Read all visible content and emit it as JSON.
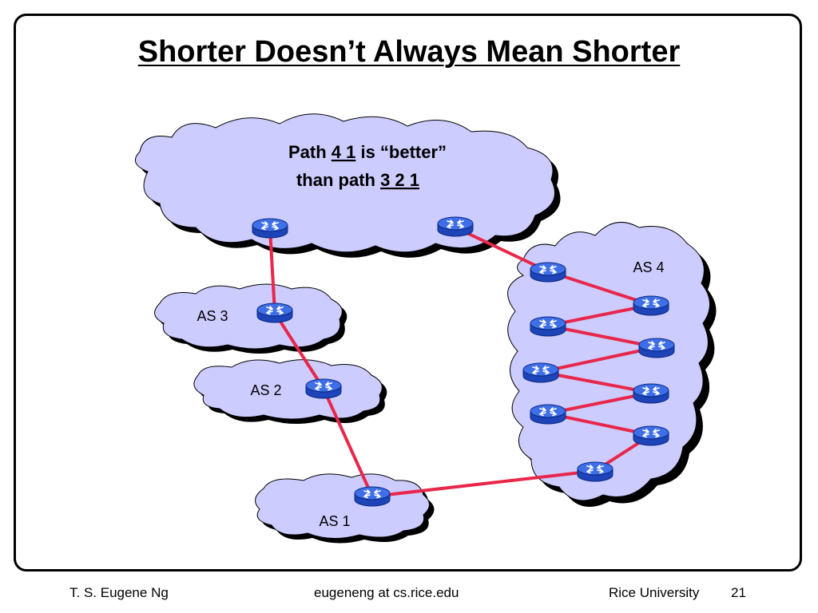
{
  "slide": {
    "title": "Shorter Doesn’t Always Mean Shorter"
  },
  "callout": {
    "line1_prefix": "Path ",
    "line1_path": "4 1",
    "line1_suffix": " is “better”",
    "line2_prefix": "than path ",
    "line2_path": "3 2 1"
  },
  "as_labels": {
    "as1": "AS 1",
    "as2": "AS 2",
    "as3": "AS 3",
    "as4": "AS 4"
  },
  "footer": {
    "author": "T. S. Eugene Ng",
    "email": "eugeneng at cs.rice.edu",
    "institution": "Rice University",
    "page_number": "21"
  },
  "colors": {
    "cloud_fill": "#ccccff",
    "cloud_shadow": "#000000",
    "link": "#e8274a",
    "router_top": "#3f6fe8",
    "router_side": "#1d44b8"
  },
  "icons": {
    "router": "router-icon",
    "cloud": "cloud-shape"
  }
}
